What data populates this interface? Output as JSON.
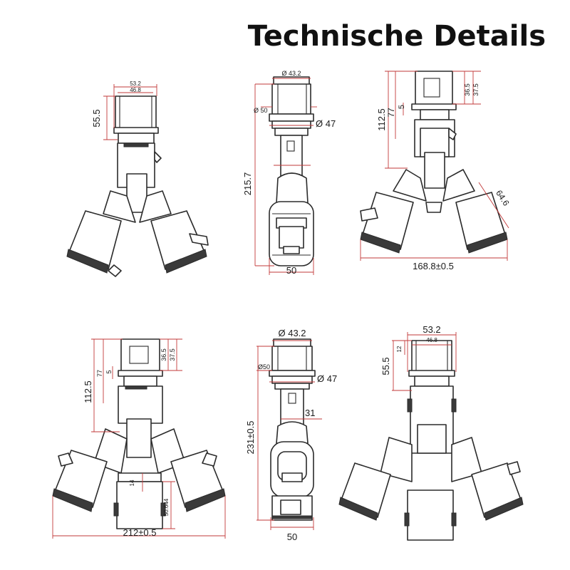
{
  "page": {
    "title": "Technische Details"
  },
  "views": [
    {
      "id": "tl",
      "labels": {
        "w_outer": "53.2",
        "w_inner": "46.8",
        "h_head": "55.5"
      }
    },
    {
      "id": "tm",
      "labels": {
        "d_top": "Ø 43.2",
        "d_collar": "Ø 50",
        "d_flange": "Ø 47",
        "length": "215.7",
        "width": "50"
      }
    },
    {
      "id": "tr",
      "labels": {
        "h_total": "112.5",
        "h_77": "77",
        "h_5": "5",
        "h_365": "36.5",
        "h_375": "37.5",
        "arm": "64.6",
        "span": "168.8±0.5"
      }
    },
    {
      "id": "bl",
      "labels": {
        "h_total": "112.5",
        "h_77": "77",
        "h_5": "5",
        "h_365": "36.5",
        "h_375": "37.5",
        "h_14": "14",
        "h_50644": "50.644",
        "span": "212±0.5"
      }
    },
    {
      "id": "bm",
      "labels": {
        "d_top": "Ø 43.2",
        "d_collar": "Ø50",
        "d_flange": "Ø 47",
        "neck": "31",
        "length": "231±0.5",
        "width": "50"
      }
    },
    {
      "id": "br",
      "labels": {
        "w_outer": "53.2",
        "w_inner": "46.8",
        "h_12": "12",
        "h_head": "55.5"
      }
    }
  ]
}
